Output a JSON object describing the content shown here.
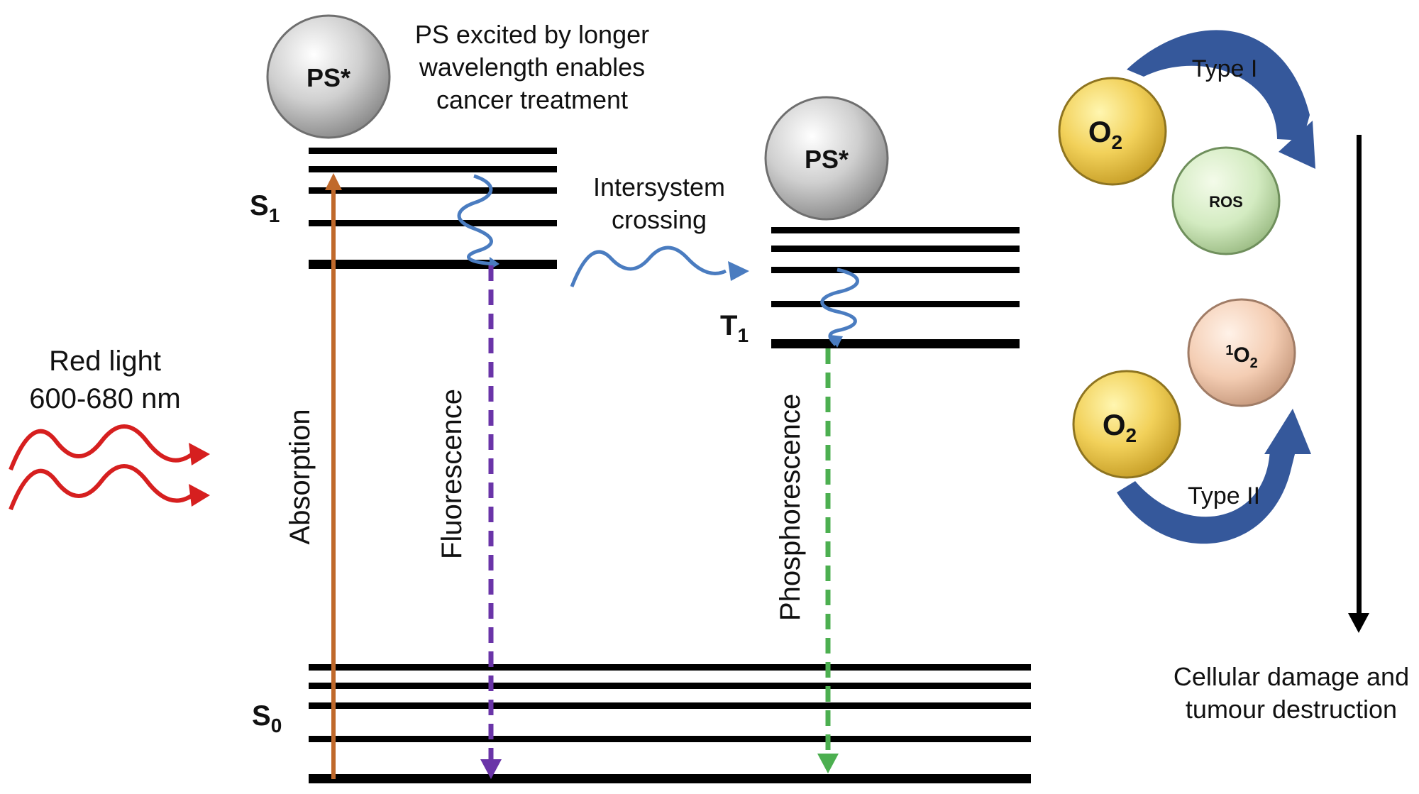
{
  "light": {
    "line1": "Red light",
    "line2": "600-680 nm",
    "color": "#d61f1f"
  },
  "ps_label": "PS*",
  "note": {
    "line1": "PS excited by longer",
    "line2": "wavelength enables",
    "line3": "cancer treatment"
  },
  "states": {
    "s1": {
      "letter": "S",
      "sub": "1"
    },
    "s0": {
      "letter": "S",
      "sub": "0"
    },
    "t1": {
      "letter": "T",
      "sub": "1"
    }
  },
  "transitions": {
    "absorption": {
      "label": "Absorption",
      "color": "#c0692b"
    },
    "fluorescence": {
      "label": "Fluorescence",
      "color": "#6a34a8"
    },
    "phosphorescence": {
      "label": "Phosphorescence",
      "color": "#4caf50"
    },
    "isc": {
      "line1": "Intersystem",
      "line2": "crossing",
      "color": "#4a7cc0"
    }
  },
  "reactions": {
    "type1": {
      "label": "Type I",
      "reactant": {
        "text": "O",
        "sub": "2"
      },
      "product": "ROS"
    },
    "type2": {
      "label": "Type II",
      "reactant": {
        "text": "O",
        "sub": "2"
      },
      "product": {
        "sup": "1",
        "text": "O",
        "sub": "2"
      }
    },
    "arrow_color": "#35589b"
  },
  "outcome": {
    "line1": "Cellular damage and",
    "line2": "tumour destruction"
  }
}
